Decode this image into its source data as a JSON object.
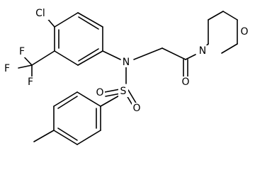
{
  "structure": {
    "atoms": {
      "chlorine": "Cl",
      "fluorine_1": "F",
      "fluorine_2": "F",
      "fluorine_3": "F",
      "amine_nitrogen": "N",
      "sulfur": "S",
      "sulfonyl_oxygen_1": "O",
      "sulfonyl_oxygen_2": "O",
      "carbonyl_oxygen": "O",
      "morpholine_nitrogen": "N",
      "morpholine_oxygen": "O"
    }
  }
}
